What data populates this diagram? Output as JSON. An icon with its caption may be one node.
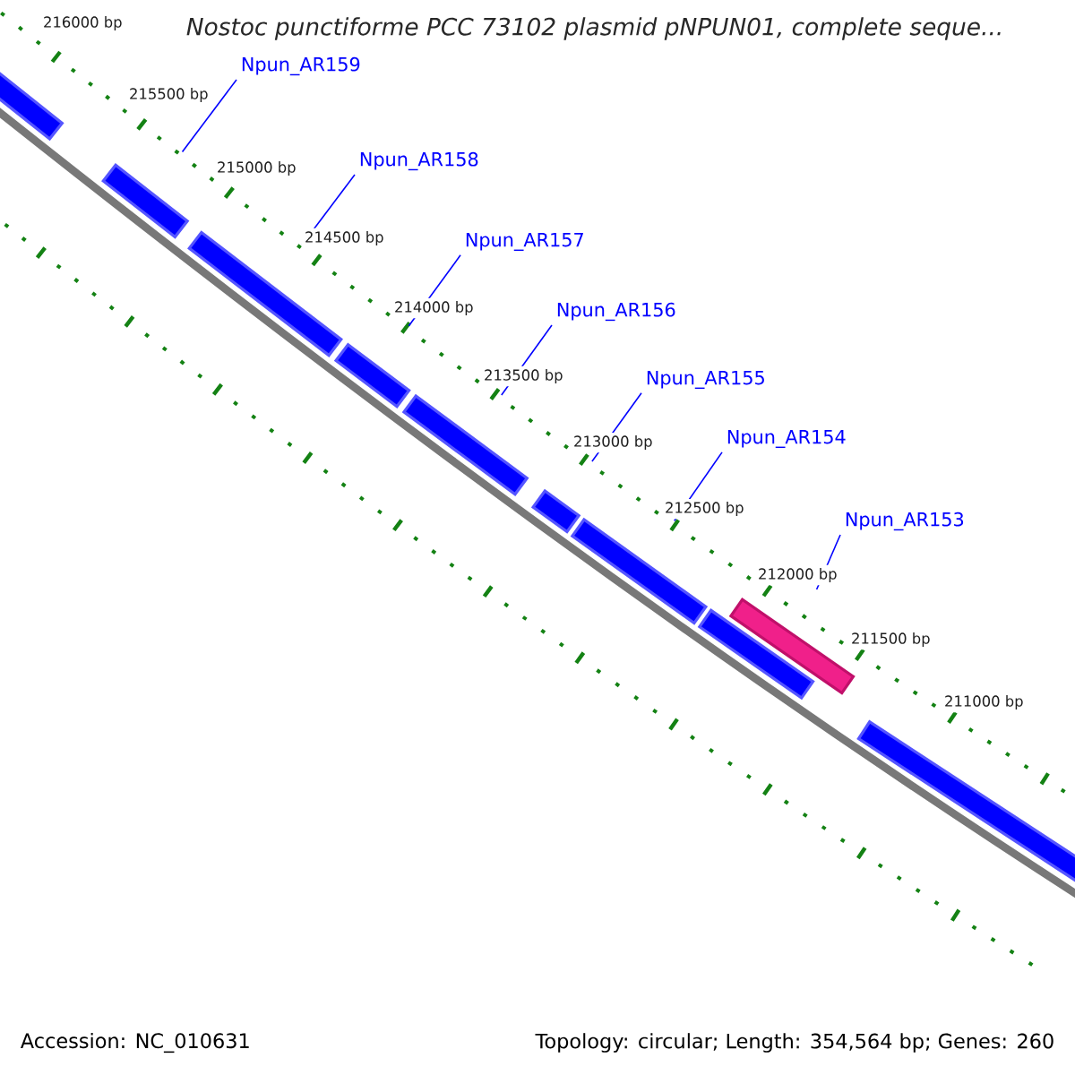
{
  "diagram": {
    "title": "Nostoc punctiforme PCC 73102 plasmid pNPUN01, complete seque...",
    "nodes": [
      {
        "text": [
          "Npun_AR159"
        ]
      },
      {
        "text": [
          "Npun_AR158"
        ]
      },
      {
        "text": [
          "Npun_AR157"
        ]
      },
      {
        "text": [
          "Npun_AR156"
        ]
      },
      {
        "text": [
          "Npun_AR155"
        ]
      },
      {
        "text": [
          "Npun_AR154"
        ]
      },
      {
        "text": [
          "Npun_AR153"
        ]
      },
      {
        "text": [],
        "shape": "bar"
      },
      {
        "text": [],
        "shape": "bar"
      },
      {
        "text": [],
        "shape": "bar"
      },
      {
        "text": [],
        "shape": "bar"
      },
      {
        "text": [],
        "shape": "bar"
      },
      {
        "text": [],
        "shape": "bar"
      },
      {
        "text": [],
        "shape": "bar"
      },
      {
        "text": [],
        "shape": "bar"
      },
      {
        "text": [],
        "shape": "bar"
      },
      {
        "text": [],
        "shape": "bar"
      }
    ],
    "edges": [
      {
        "from": 0,
        "to": 8,
        "arrow": "none"
      },
      {
        "from": 1,
        "to": 9,
        "arrow": "none"
      },
      {
        "from": 2,
        "to": 10,
        "arrow": "none"
      },
      {
        "from": 3,
        "to": 11,
        "arrow": "none"
      },
      {
        "from": 4,
        "to": 12,
        "arrow": "none"
      },
      {
        "from": 5,
        "to": 13,
        "arrow": "none"
      },
      {
        "from": 6,
        "to": 15,
        "arrow": "none"
      }
    ],
    "labels": [
      "216000 bp",
      "215500 bp",
      "215000 bp",
      "214500 bp",
      "214000 bp",
      "213500 bp",
      "213000 bp",
      "212500 bp",
      "212000 bp",
      "211500 bp",
      "211000 bp",
      "Accession: NC_010631",
      "Topology: circular; Length: 354,564 bp; Genes: 260"
    ]
  }
}
